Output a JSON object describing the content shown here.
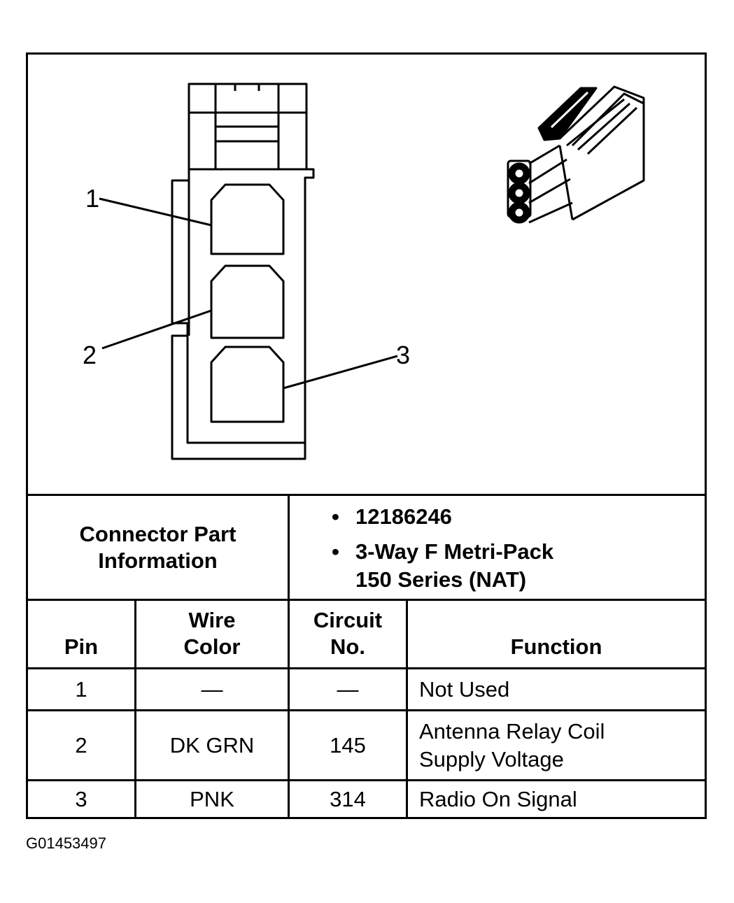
{
  "callouts": {
    "pin1": "1",
    "pin2": "2",
    "pin3": "3"
  },
  "connector_info": {
    "label": "Connector Part Information",
    "bullets": [
      "12186246",
      "3-Way F Metri-Pack\n150 Series (NAT)"
    ]
  },
  "table": {
    "headers": {
      "pin": "Pin",
      "wire_color": "Wire Color",
      "circuit_no": "Circuit No.",
      "function": "Function"
    },
    "rows": [
      {
        "pin": "1",
        "wire_color": "—",
        "circuit_no": "—",
        "function": "Not Used"
      },
      {
        "pin": "2",
        "wire_color": "DK GRN",
        "circuit_no": "145",
        "function": "Antenna Relay Coil Supply Voltage"
      },
      {
        "pin": "3",
        "wire_color": "PNK",
        "circuit_no": "314",
        "function": "Radio On Signal"
      }
    ]
  },
  "figure_id": "G01453497"
}
